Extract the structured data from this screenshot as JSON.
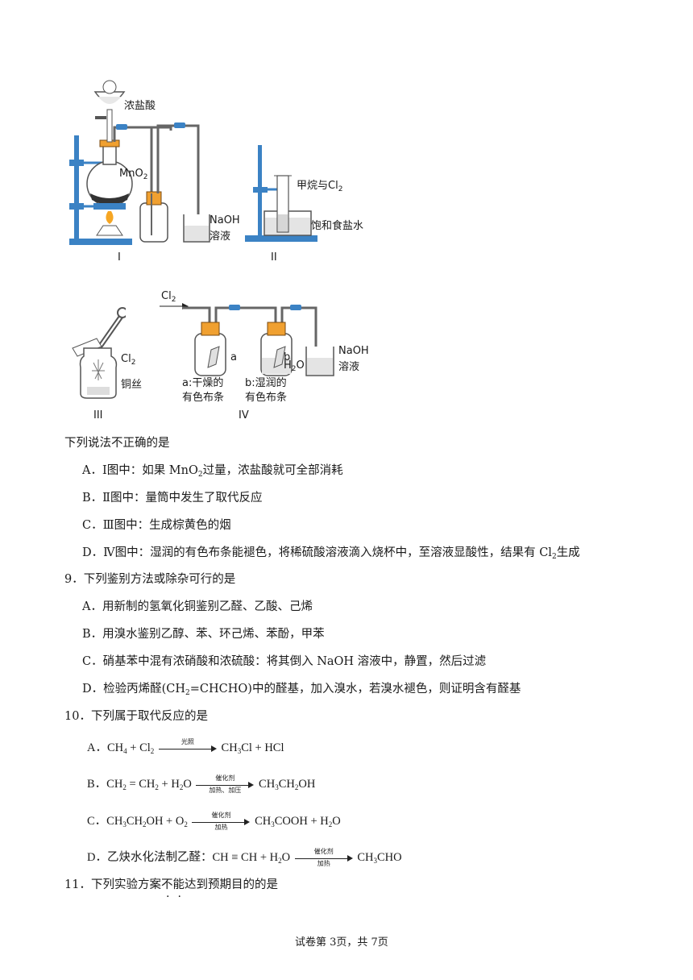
{
  "figures": {
    "I": {
      "label": "I",
      "funnel": "浓盐酸",
      "reagent": "MnO",
      "reagent_sub": "2",
      "beaker_1": "NaOH",
      "beaker_2": "溶液"
    },
    "II": {
      "label": "II",
      "gas": "甲烷与Cl",
      "gas_sub": "2",
      "trough": "饱和食盐水"
    },
    "III": {
      "label": "III",
      "gas": "Cl",
      "gas_sub": "2",
      "wire": "铜丝"
    },
    "IV": {
      "label": "IV",
      "gas": "Cl",
      "gas_sub": "2",
      "a": "a",
      "b": "b",
      "water": "H",
      "water_sub": "2",
      "water_tail": "O",
      "a_desc_1": "a:干燥的",
      "a_desc_2": "有色布条",
      "b_desc_1": "b:湿润的",
      "b_desc_2": "有色布条",
      "beaker_1": "NaOH",
      "beaker_2": "溶液"
    }
  },
  "q8": {
    "stem": "下列说法不正确的是",
    "A": {
      "pre": "A．Ⅰ图中：如果 MnO",
      "sub": "2",
      "post": "过量，浓盐酸就可全部消耗"
    },
    "B": "B．Ⅱ图中：量筒中发生了取代反应",
    "C": "C．Ⅲ图中：生成棕黄色的烟",
    "D": {
      "pre": "D．Ⅳ图中：湿润的有色布条能褪色，将稀硫酸溶液滴入烧杯中，至溶液显酸性，结果有 Cl",
      "sub": "2",
      "post": "生成"
    }
  },
  "q9": {
    "stem": "9．下列鉴别方法或除杂可行的是",
    "A": "A．用新制的氢氧化铜鉴别乙醛、乙酸、己烯",
    "B": "B．用溴水鉴别乙醇、苯、环己烯、苯酚，甲苯",
    "C": "C．硝基苯中混有浓硝酸和浓硫酸：将其倒入 NaOH 溶液中，静置，然后过滤",
    "D": {
      "pre": "D．检验丙烯醛(CH",
      "sub": "2",
      "post": "=CHCHO)中的醛基，加入溴水，若溴水褪色，则证明含有醛基"
    }
  },
  "q10": {
    "stem": "10．下列属于取代反应的是",
    "A": {
      "label": "A．",
      "cond_top": "光照",
      "cond_bot": ""
    },
    "B": {
      "label": "B．",
      "cond_top": "催化剂",
      "cond_bot": "加热、加压"
    },
    "C": {
      "label": "C．",
      "cond_top": "催化剂",
      "cond_bot": "加热"
    },
    "D": {
      "label": "D．乙炔水化法制乙醛：",
      "cond_top": "催化剂",
      "cond_bot": "加热"
    }
  },
  "q11": {
    "pre": "11．下列实验方案",
    "dot1": "不",
    "dot2": "能",
    "post": "达到预期目的的是"
  },
  "footer": "试卷第 3页，共 7页"
}
